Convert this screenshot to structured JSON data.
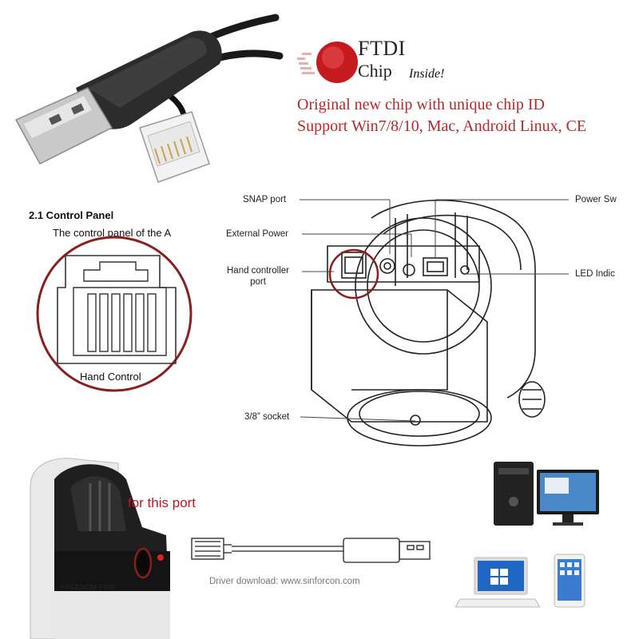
{
  "brand": {
    "logo_word": "FTDI",
    "logo_sub": "Chip",
    "inside": "Inside!",
    "accent": "#c51a1e"
  },
  "headline": {
    "line1": "Original new chip with unique chip ID",
    "line2": "Support Win7/8/10, Mac, Android Linux, CE"
  },
  "control_panel": {
    "title": "2.1  Control Panel",
    "subtitle": "The control panel of the A",
    "hand_control": "Hand Control"
  },
  "diagram_labels": {
    "snap_port": "SNAP port",
    "external_power": "External Power",
    "hand_controller_port": "Hand controller\nport",
    "power_sw": "Power Sw",
    "led_indic": "LED Indic",
    "socket": "3/8” socket"
  },
  "bottom": {
    "for_this_port": "for this port",
    "driver": "Driver download: www.sinforcon.com",
    "mount_brand": "FREEDOM-FIND"
  }
}
